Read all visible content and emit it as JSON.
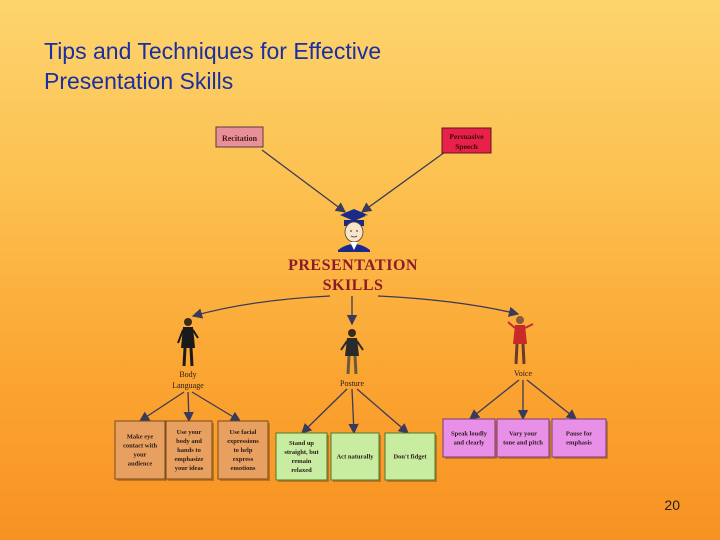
{
  "slide": {
    "title_line1": "Tips and Techniques for Effective",
    "title_line2": "Presentation Skills",
    "page_number": "20"
  },
  "diagram": {
    "center": {
      "line1": "PRESENTATION",
      "line2": "SKILLS"
    },
    "top_boxes": {
      "recitation": "Recitation",
      "persuasive_line1": "Persuasive",
      "persuasive_line2": "Speech"
    },
    "branches": {
      "body_language": {
        "line1": "Body",
        "line2": "Language"
      },
      "posture": "Posture",
      "voice": "Voice"
    },
    "body_language_tips": [
      {
        "lines": [
          "Make eye",
          "contact with",
          "your",
          "audience"
        ]
      },
      {
        "lines": [
          "Use your",
          "body and",
          "hands to",
          "emphasize",
          "your ideas"
        ]
      },
      {
        "lines": [
          "Use facial",
          "expressions",
          "to help",
          "express",
          "emotions"
        ]
      }
    ],
    "posture_tips": [
      {
        "lines": [
          "Stand up",
          "straight, but",
          "remain",
          "relaxed"
        ]
      },
      {
        "lines": [
          "Act naturally"
        ]
      },
      {
        "lines": [
          "Don't fidget"
        ]
      }
    ],
    "voice_tips": [
      {
        "lines": [
          "Speak loudly",
          "and clearly"
        ]
      },
      {
        "lines": [
          "Vary your",
          "tone and pitch"
        ]
      },
      {
        "lines": [
          "Pause for",
          "emphasis"
        ]
      }
    ],
    "colors": {
      "recitation_box": "#e8909a",
      "persuasive_box": "#e8204a",
      "body_language_box": "#e8a060",
      "posture_box": "#c8eca0",
      "voice_box": "#e890e8",
      "arrow": "#3a3a5a"
    }
  }
}
